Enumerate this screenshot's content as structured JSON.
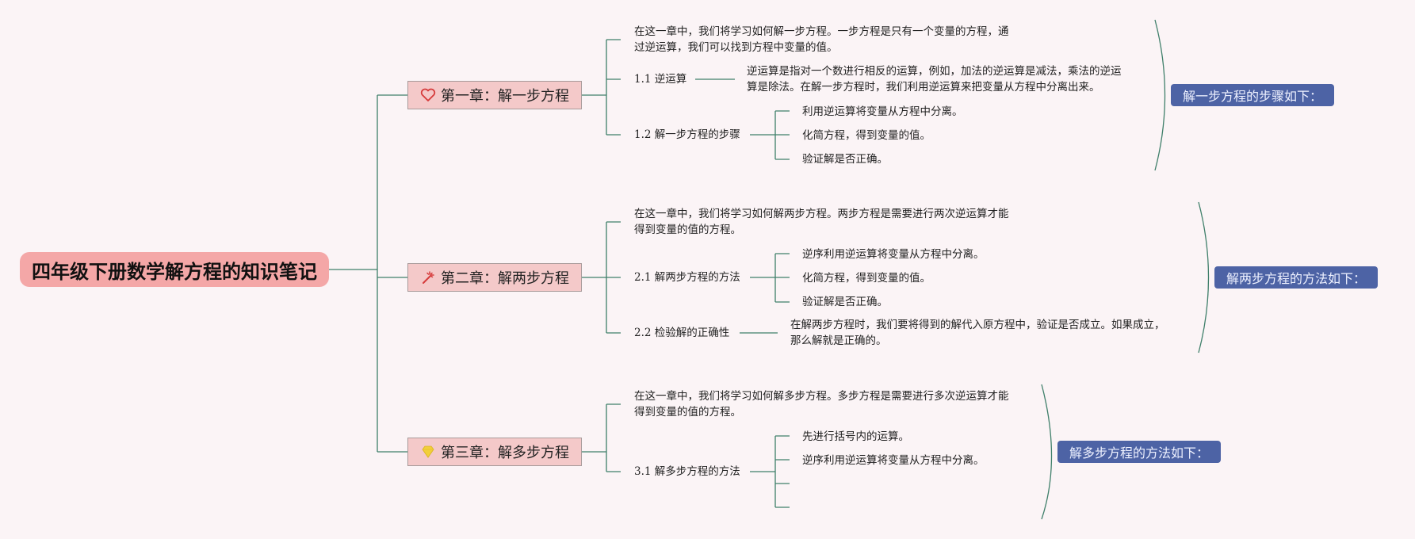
{
  "root": {
    "title": "四年级下册数学解方程的知识笔记"
  },
  "chapters": [
    {
      "title": "第一章：解一步方程",
      "icon": "heart-icon",
      "intro": [
        "在这一章中，我们将学习如何解一步方程。一步方程是只有一个变量的方程，通",
        "过逆运算，我们可以找到方程中变量的值。"
      ],
      "s1_label": "1.1 逆运算",
      "s1_desc": [
        "逆运算是指对一个数进行相反的运算，例如，加法的逆运算是减法，乘法的逆运",
        "算是除法。在解一步方程时，我们利用逆运算来把变量从方程中分离出来。"
      ],
      "s2_label": "1.2 解一步方程的步骤",
      "steps": [
        "利用逆运算将变量从方程中分离。",
        "化简方程，得到变量的值。",
        "验证解是否正确。"
      ],
      "summary": "解一步方程的步骤如下："
    },
    {
      "title": "第二章：解两步方程",
      "icon": "magic-wand-icon",
      "intro": [
        "在这一章中，我们将学习如何解两步方程。两步方程是需要进行两次逆运算才能",
        "得到变量的值的方程。"
      ],
      "s1_label": "2.1 解两步方程的方法",
      "steps": [
        "逆序利用逆运算将变量从方程中分离。",
        "化简方程，得到变量的值。",
        "验证解是否正确。"
      ],
      "s2_label": "2.2 检验解的正确性",
      "s2_desc": [
        "在解两步方程时，我们要将得到的解代入原方程中，验证是否成立。如果成立，",
        "那么解就是正确的。"
      ],
      "summary": "解两步方程的方法如下："
    },
    {
      "title": "第三章：解多步方程",
      "icon": "diamond-icon",
      "intro": [
        "在这一章中，我们将学习如何解多步方程。多步方程是需要进行多次逆运算才能",
        "得到变量的值的方程。"
      ],
      "s1_label": "3.1 解多步方程的方法",
      "steps": [
        "先进行括号内的运算。",
        "逆序利用逆运算将变量从方程中分离。",
        "",
        ""
      ],
      "summary": "解多步方程的方法如下："
    }
  ],
  "colors": {
    "background": "#fbf4f6",
    "connector": "#3f7f6a",
    "root_fill": "#f4a7a7",
    "chapter_fill": "#f4c9c9",
    "summary_fill": "#4d63a5",
    "heart_icon": "#d63b3b",
    "wand_icon": "#d63b3b",
    "diamond_icon": "#f2cf3a"
  }
}
